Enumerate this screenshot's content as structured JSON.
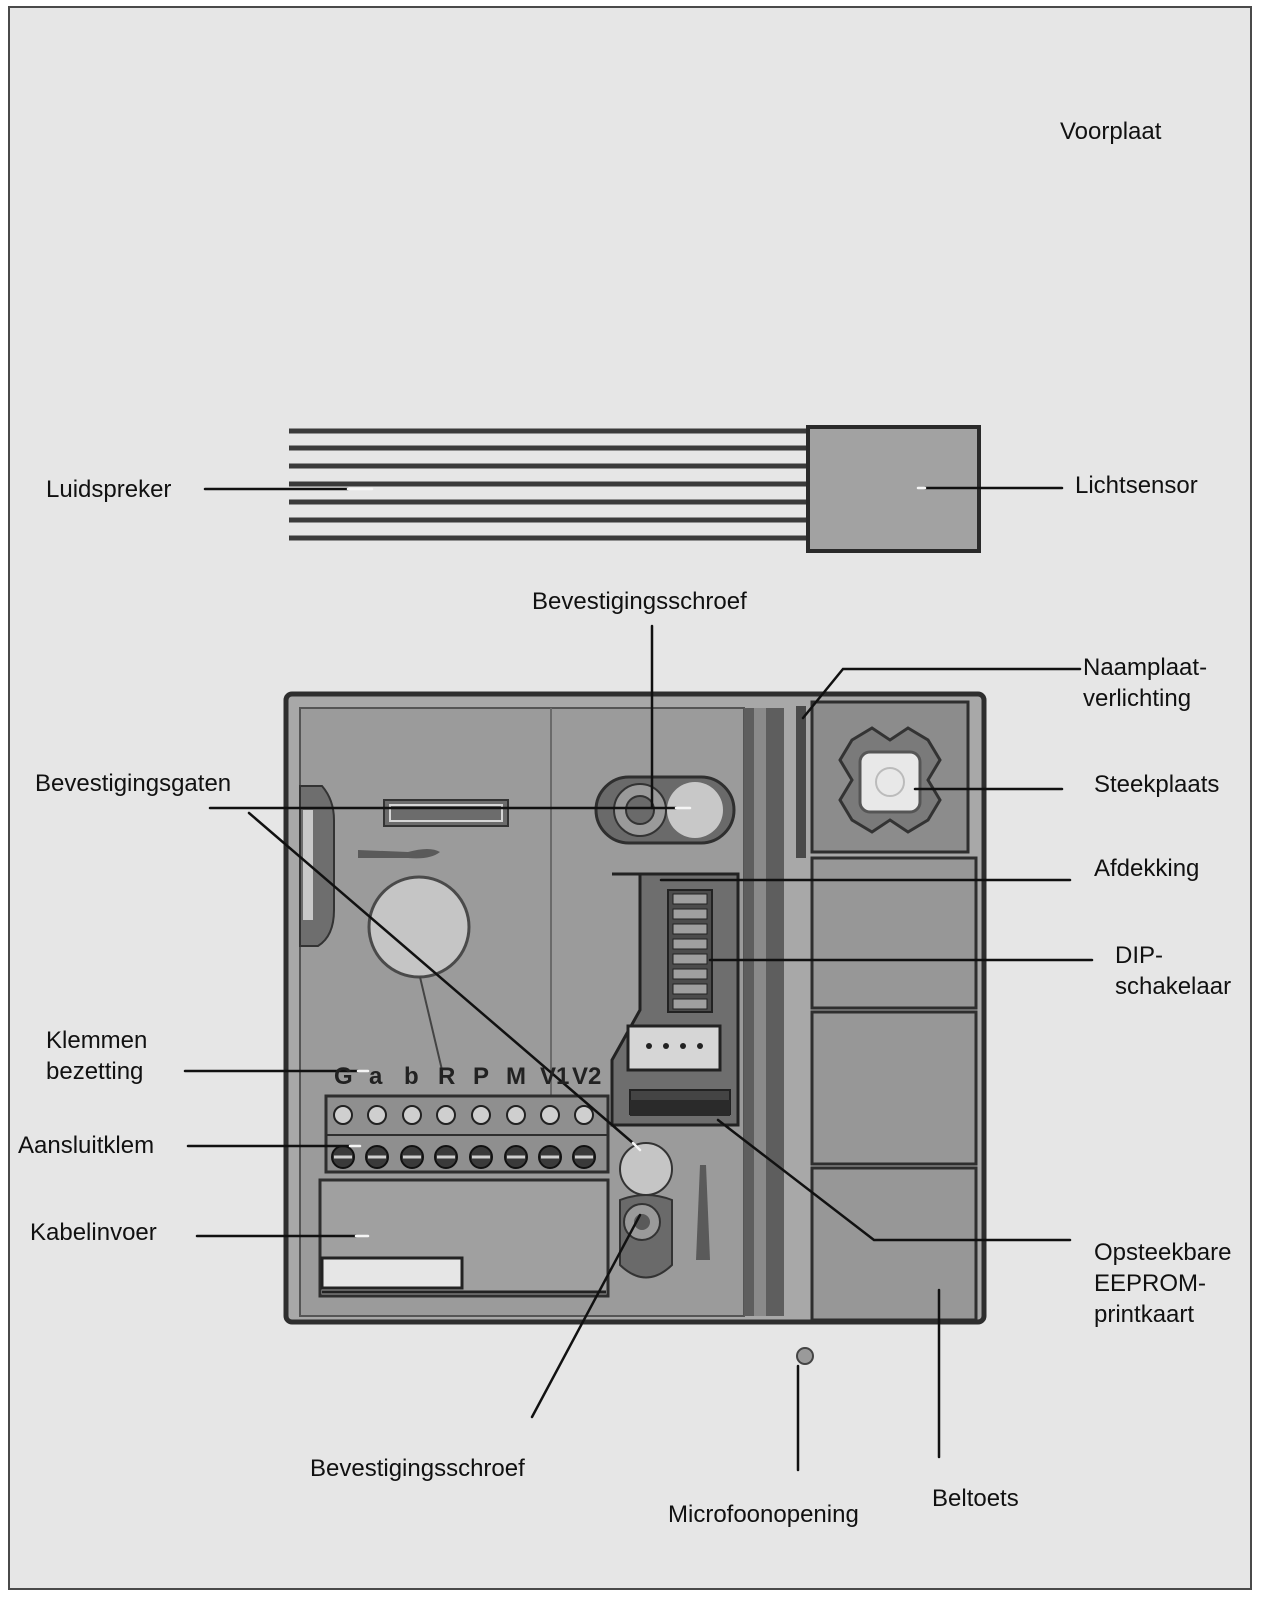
{
  "labels": {
    "voorplaat": "Voorplaat",
    "luidspreker": "Luidspreker",
    "lichtsensor": "Lichtsensor",
    "bevestigingsschroef_top": "Bevestigingsschroef",
    "naamplaat_1": "Naamplaat-",
    "naamplaat_2": "verlichting",
    "bevestigingsgaten": "Bevestigingsgaten",
    "steekplaats": "Steekplaats",
    "afdekking": "Afdekking",
    "dip_1": "DIP-",
    "dip_2": "schakelaar",
    "klemmen_1": "Klemmen",
    "klemmen_2": "bezetting",
    "aansluitklem": "Aansluitklem",
    "kabelinvoer": "Kabelinvoer",
    "opsteekbare_1": "Opsteekbare",
    "opsteekbare_2": "EEPROM-",
    "opsteekbare_3": "printkaart",
    "bevestigingsschroef_bottom": "Bevestigingsschroef",
    "microfoonopening": "Microfoonopening",
    "beltoets": "Beltoets"
  },
  "terminal_letters": [
    "G",
    "a",
    "b",
    "R",
    "P",
    "M",
    "V1",
    "V2"
  ]
}
